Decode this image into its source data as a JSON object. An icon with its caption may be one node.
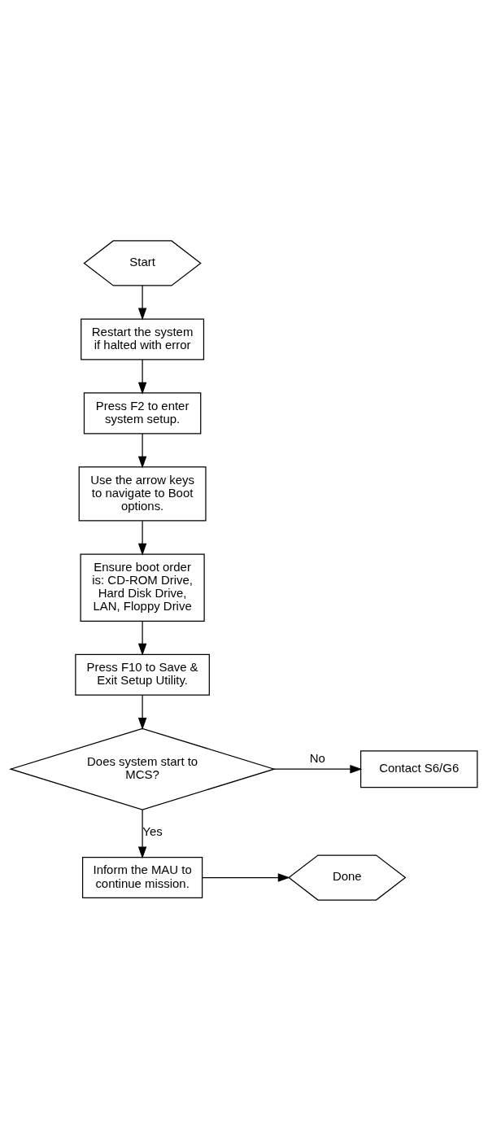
{
  "diagram": {
    "nodes": [
      {
        "text": [
          "Start"
        ]
      },
      {
        "text": [
          "Restart the system if halted with error"
        ]
      },
      {
        "text": [
          "Press F2 to enter system setup."
        ]
      },
      {
        "text": [
          "Use the arrow keys to navigate to Boot options."
        ]
      },
      {
        "text": [
          "Ensure boot order is: CD-ROM Drive, Hard Disk Drive, LAN, Floppy Drive"
        ]
      },
      {
        "text": [
          "Press F10 to Save & Exit Setup Utility."
        ]
      },
      {
        "text": [
          "Does system start to MCS?"
        ]
      },
      {
        "text": [
          "Contact S6/G6"
        ]
      },
      {
        "text": [
          "Inform the MAU to continue mission."
        ]
      },
      {
        "text": [
          "Done"
        ]
      }
    ],
    "edges": [
      {
        "from": 0,
        "to": 1,
        "arrow": "to"
      },
      {
        "from": 1,
        "to": 2,
        "arrow": "to"
      },
      {
        "from": 2,
        "to": 3,
        "arrow": "to"
      },
      {
        "from": 3,
        "to": 4,
        "arrow": "to"
      },
      {
        "from": 4,
        "to": 5,
        "arrow": "to"
      },
      {
        "from": 5,
        "to": 6,
        "arrow": "to"
      },
      {
        "from": 6,
        "to": 7,
        "arrow": "to",
        "label": "No"
      },
      {
        "from": 6,
        "to": 8,
        "arrow": "to",
        "label": "Yes"
      },
      {
        "from": 8,
        "to": 9,
        "arrow": "to"
      }
    ]
  }
}
